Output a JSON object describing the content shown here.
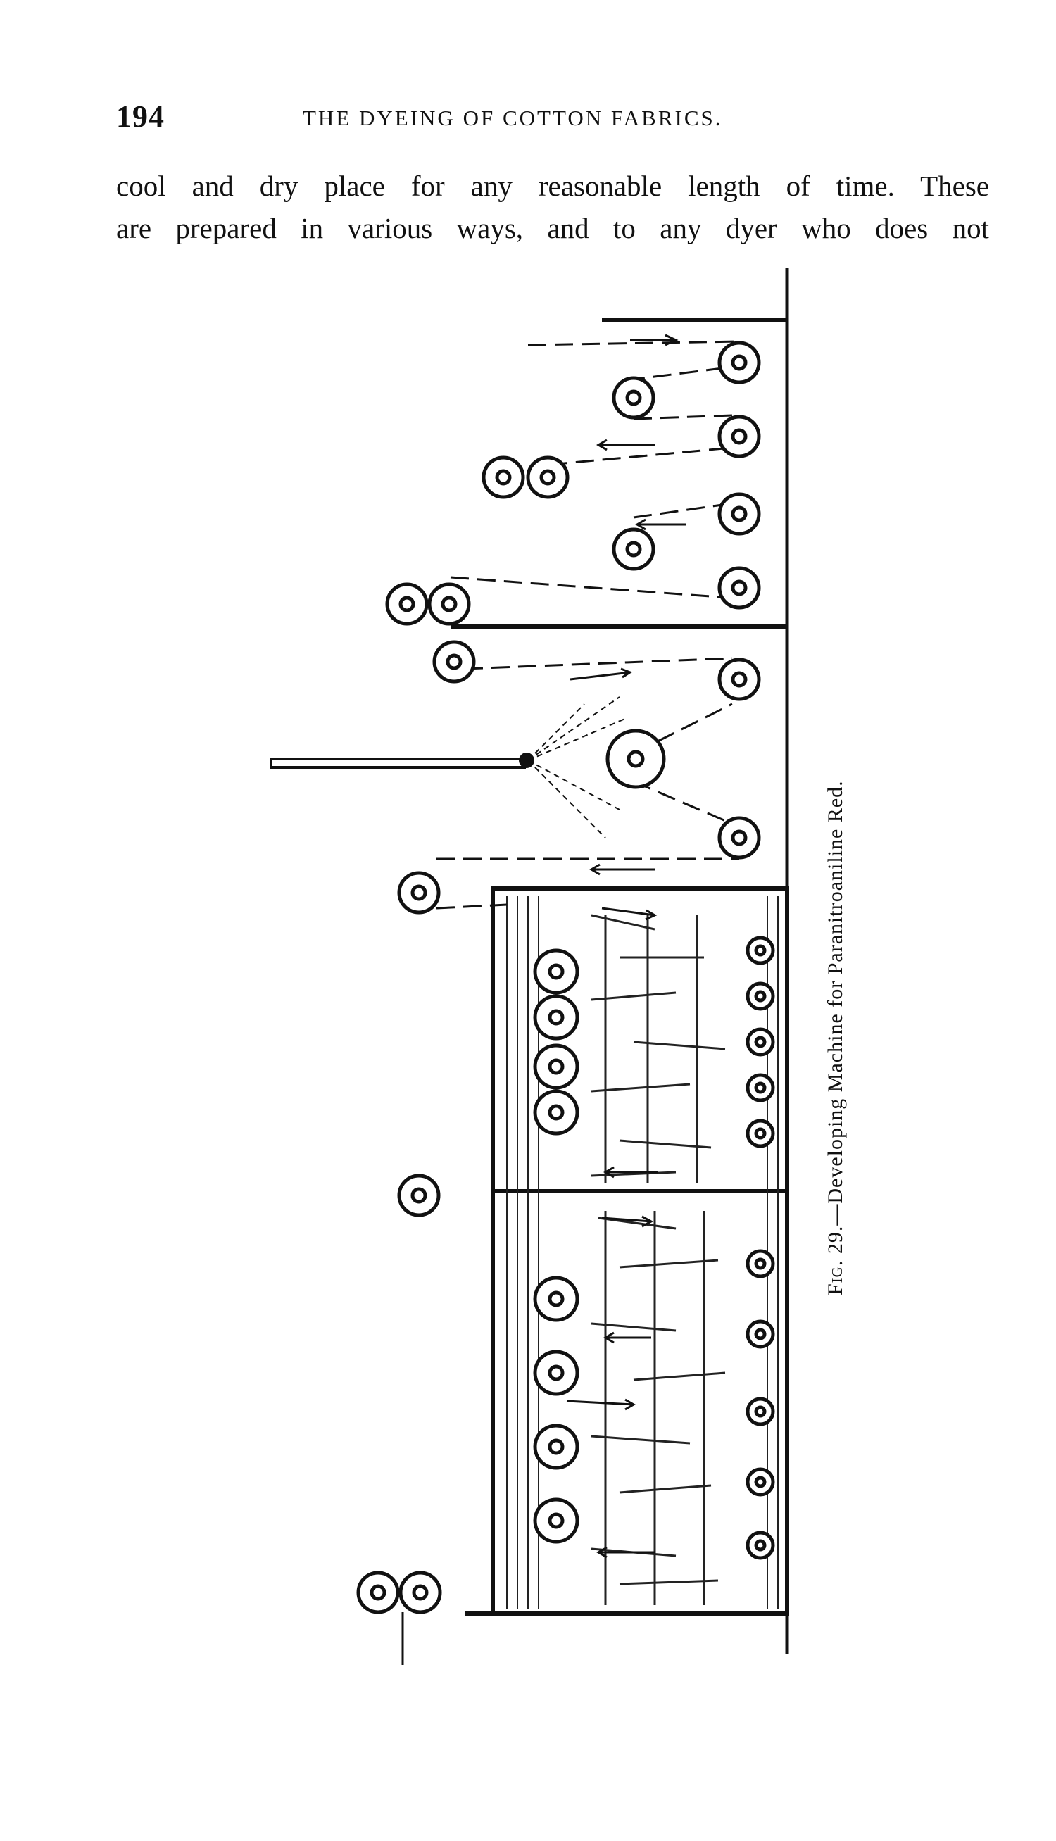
{
  "header": {
    "page_number": "194",
    "running_title": "THE DYEING OF COTTON FABRICS."
  },
  "body": {
    "lines": [
      "cool and dry place for any reasonable length of time. These",
      "are prepared in various ways, and to any dyer who does not"
    ]
  },
  "figure": {
    "caption_label": "Fig. 29.",
    "caption_text": "—Developing Machine for Paranitroaniline Red."
  }
}
